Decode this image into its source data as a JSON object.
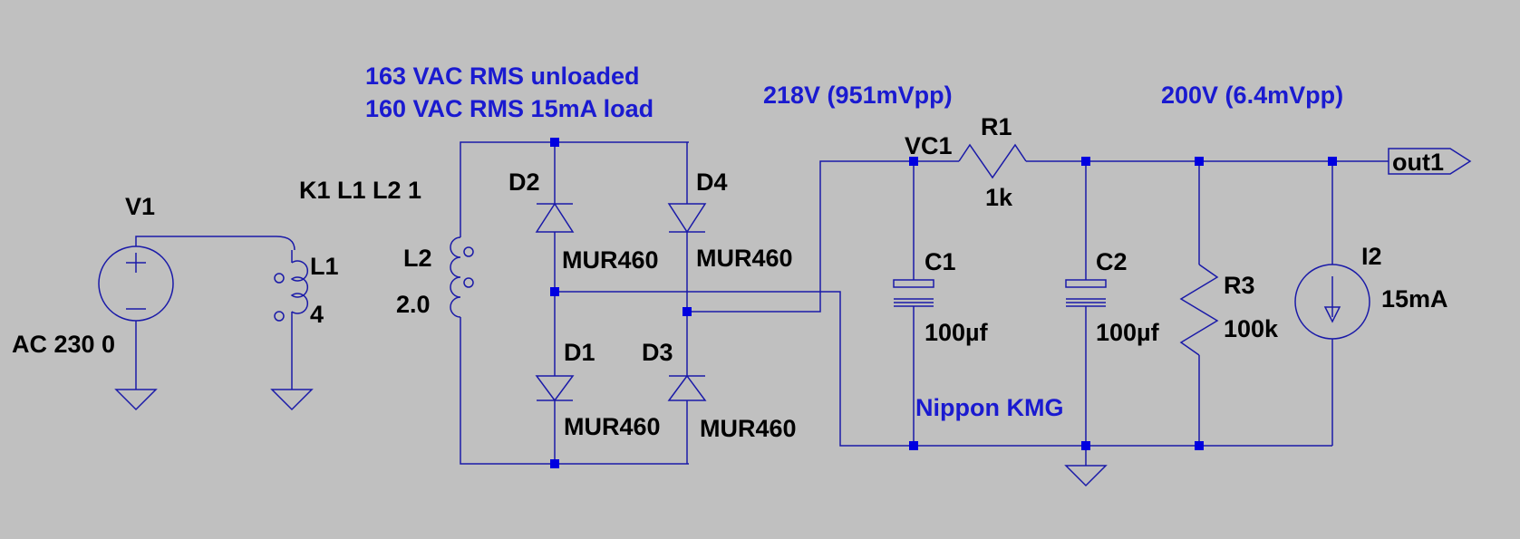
{
  "annotations": {
    "vac_unloaded": "163  VAC RMS unloaded",
    "vac_loaded": "160  VAC RMS 15mA load",
    "vc1_voltage": "218V (951mVpp)",
    "out_voltage": "200V (6.4mVpp)",
    "cap_brand": "Nippon KMG"
  },
  "coupling": "K1 L1 L2 1",
  "components": {
    "V1": {
      "name": "V1",
      "value": "AC 230 0"
    },
    "L1": {
      "name": "L1",
      "value": "4"
    },
    "L2": {
      "name": "L2",
      "value": "2.0"
    },
    "D1": {
      "name": "D1",
      "value": "MUR460"
    },
    "D2": {
      "name": "D2",
      "value": "MUR460"
    },
    "D3": {
      "name": "D3",
      "value": "MUR460"
    },
    "D4": {
      "name": "D4",
      "value": "MUR460"
    },
    "R1": {
      "name": "R1",
      "value": "1k"
    },
    "C1": {
      "name": "C1",
      "value": "100µf"
    },
    "C2": {
      "name": "C2",
      "value": "100µf"
    },
    "R3": {
      "name": "R3",
      "value": "100k"
    },
    "I2": {
      "name": "I2",
      "value": "15mA"
    }
  },
  "nets": {
    "vc1": "VC1",
    "out": "out1"
  },
  "colors": {
    "background": "#c0c0c0",
    "wire": "#1a1aa8",
    "junction": "#0000e0",
    "annotation": "#1a1ad0"
  }
}
